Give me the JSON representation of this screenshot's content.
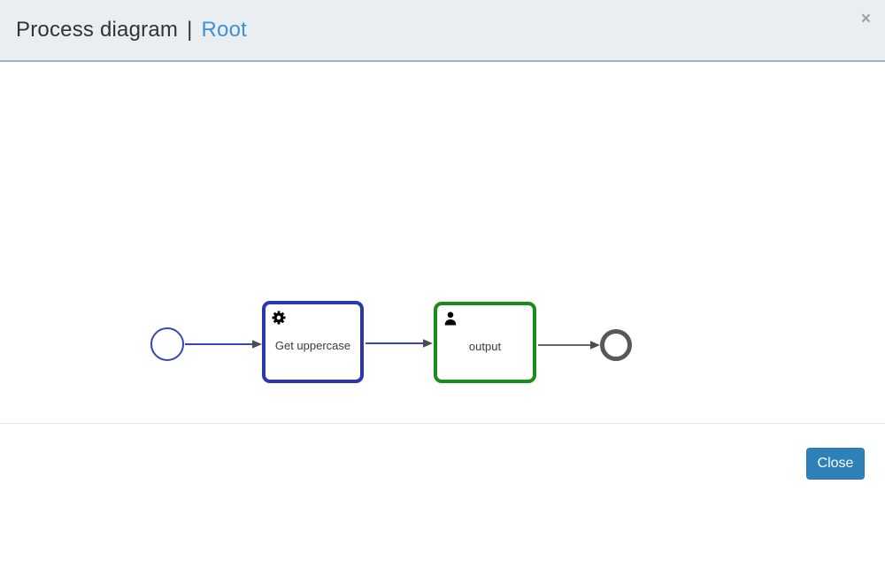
{
  "modal": {
    "header": {
      "title": "Process diagram",
      "separator": "|",
      "breadcrumb": "Root",
      "close_icon": "×"
    },
    "footer": {
      "close_label": "Close"
    }
  },
  "diagram": {
    "start_event": {
      "name": "start-event",
      "state": "completed"
    },
    "tasks": [
      {
        "label": "Get uppercase",
        "type": "service-task",
        "icon": "gear-icon",
        "border_color": "#2c36b1"
      },
      {
        "label": "output",
        "type": "user-task",
        "icon": "user-icon",
        "border_color": "#1a8c1a"
      }
    ],
    "end_event": {
      "name": "end-event",
      "state": "not-reached"
    },
    "colors": {
      "highlighted_flow": "#3945c5",
      "default_flow": "#666666",
      "arrowhead": "#4d4d4d",
      "start_event_border": "#3a45b4",
      "end_event_border": "#585858"
    }
  },
  "colors": {
    "header_bg": "#e9eef3",
    "link": "#4191ce",
    "close_button_bg": "#2e80b9"
  }
}
